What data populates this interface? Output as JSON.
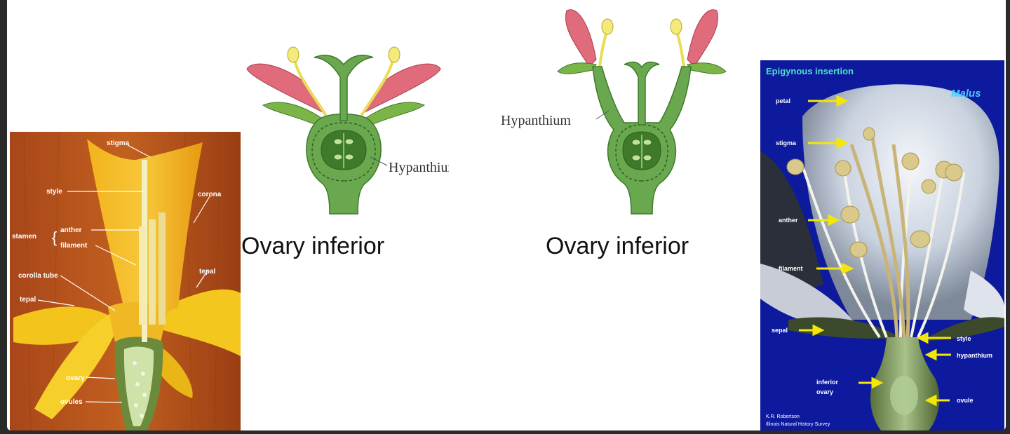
{
  "daffodil": {
    "labels": {
      "stigma": "stigma",
      "style": "style",
      "corona": "corona",
      "stamen": "stamen",
      "anther": "anther",
      "filament": "filament",
      "tepal_right": "tepal",
      "corolla_tube": "corolla tube",
      "tepal_left": "tepal",
      "ovary": "ovary",
      "ovules": "ovules"
    }
  },
  "diagram_left": {
    "hypanthium_label": "Hypanthium",
    "caption": "Ovary inferior"
  },
  "diagram_right": {
    "hypanthium_label": "Hypanthium",
    "caption": "Ovary inferior"
  },
  "apple": {
    "title": "Epigynous insertion",
    "genus": "Malus",
    "labels": {
      "petal": "petal",
      "stigma": "stigma",
      "anther": "anther",
      "filament": "filament",
      "sepal": "sepal",
      "style": "style",
      "hypanthium": "hypanthium",
      "inferior_ovary_1": "inferior",
      "inferior_ovary_2": "ovary",
      "ovule": "ovule"
    },
    "credit_1": "K.R. Robertson",
    "credit_2": "Illinois Natural History Survey"
  },
  "colors": {
    "green_dark": "#3f7a2a",
    "green_mid": "#6aa84f",
    "green_light": "#8dc35e",
    "petal_pink": "#e06b7a",
    "anther_yellow": "#f2ea7a",
    "daffodil_bg": "#b8541a",
    "apple_bg": "#0d1a9e",
    "arrow_yellow": "#f5e60a"
  }
}
